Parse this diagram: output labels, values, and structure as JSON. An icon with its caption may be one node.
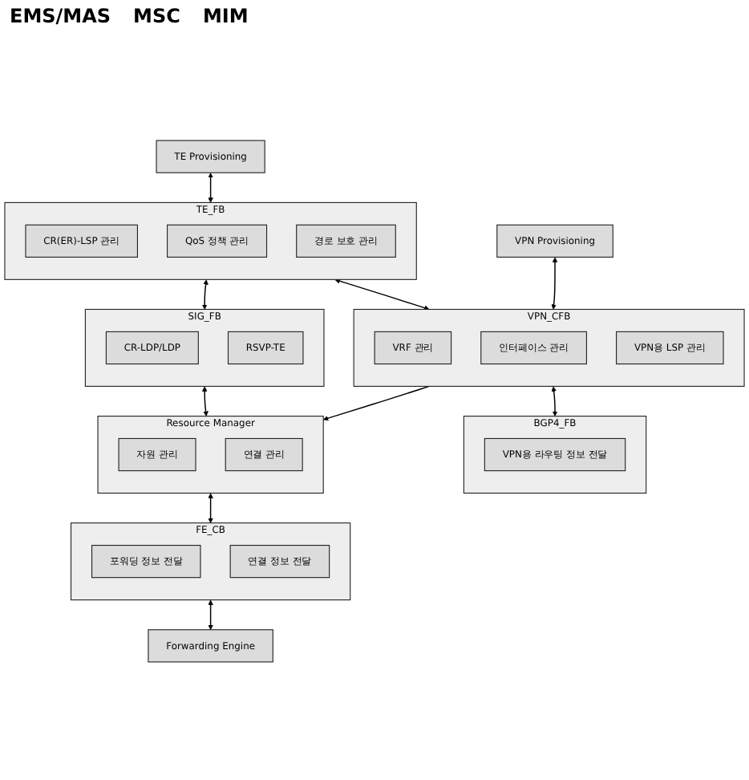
{
  "diagram": {
    "nodes": [
      {
        "text": [
          "TE Provisioning"
        ]
      },
      {
        "text": [
          "VPN Provisioning"
        ]
      },
      {
        "text": [
          "TE_FB"
        ]
      },
      {
        "text": [
          "CR(ER)-LSP 관리"
        ],
        "in": 2
      },
      {
        "text": [
          "QoS 정책 관리"
        ],
        "in": 2
      },
      {
        "text": [
          "경로 보호 관리"
        ],
        "in": 2
      },
      {
        "text": [
          "VPN_CFB"
        ]
      },
      {
        "text": [
          "VRF 관리"
        ],
        "in": 6
      },
      {
        "text": [
          "인터페이스 관리"
        ],
        "in": 6
      },
      {
        "text": [
          "VPN용 LSP 관리"
        ],
        "in": 6
      },
      {
        "text": [
          "BGP4_FB"
        ]
      },
      {
        "text": [
          "VPN용 라우팅 정보 전달"
        ],
        "in": 10
      },
      {
        "text": [
          "SIG_FB"
        ]
      },
      {
        "text": [
          "CR-LDP/LDP"
        ],
        "in": 12
      },
      {
        "text": [
          "RSVP-TE"
        ],
        "in": 12
      },
      {
        "text": [
          "Resource Manager"
        ]
      },
      {
        "text": [
          "자원 관리"
        ],
        "in": 15
      },
      {
        "text": [
          "연결 관리"
        ],
        "in": 15
      },
      {
        "text": [
          "FE_CB"
        ]
      },
      {
        "text": [
          "포워딩 정보 전달"
        ],
        "in": 18
      },
      {
        "text": [
          "연결 정보 전달"
        ],
        "in": 18
      },
      {
        "text": [
          "Forwarding Engine"
        ]
      }
    ],
    "edges": [
      {
        "from": 0,
        "to": 2,
        "arrow": "both"
      },
      {
        "from": 1,
        "to": 6,
        "arrow": "both"
      },
      {
        "from": 2,
        "to": 6,
        "arrow": "both"
      },
      {
        "from": 6,
        "to": 10,
        "arrow": "both"
      },
      {
        "from": 2,
        "to": 12,
        "arrow": "both"
      },
      {
        "from": 6,
        "to": 15,
        "arrow": "to"
      },
      {
        "from": 12,
        "to": 15,
        "arrow": "both"
      },
      {
        "from": 15,
        "to": 18,
        "arrow": "both"
      },
      {
        "from": 18,
        "to": 21,
        "arrow": "both"
      }
    ],
    "labels": [
      "EMS/MAS",
      "MSC",
      "MIM"
    ]
  }
}
